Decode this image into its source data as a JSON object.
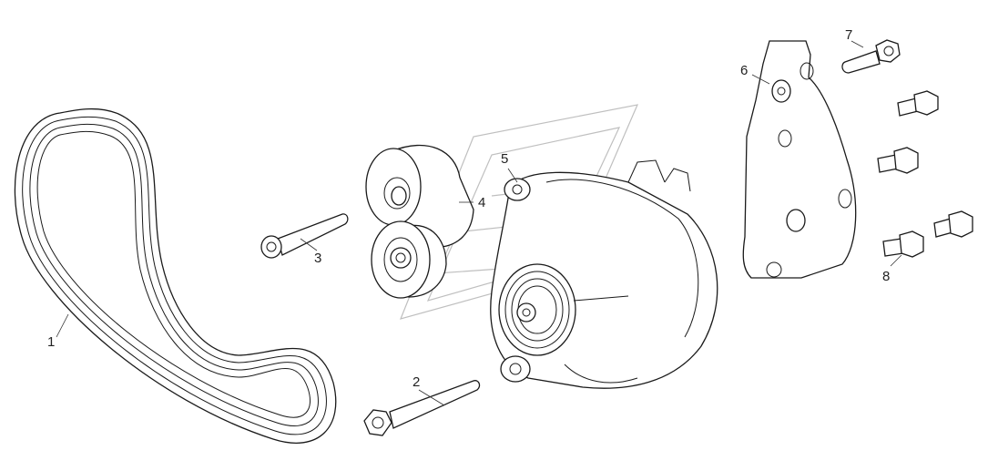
{
  "diagram": {
    "background": "#ffffff",
    "line_color": "#1a1a1a",
    "callouts": [
      {
        "id": "belt",
        "label": "1"
      },
      {
        "id": "long-bolt",
        "label": "2"
      },
      {
        "id": "tensioner-bolt",
        "label": "3"
      },
      {
        "id": "tensioner",
        "label": "4"
      },
      {
        "id": "alternator",
        "label": "5"
      },
      {
        "id": "bracket",
        "label": "6"
      },
      {
        "id": "bracket-bolt",
        "label": "7"
      },
      {
        "id": "flange-bolts",
        "label": "8"
      }
    ]
  }
}
